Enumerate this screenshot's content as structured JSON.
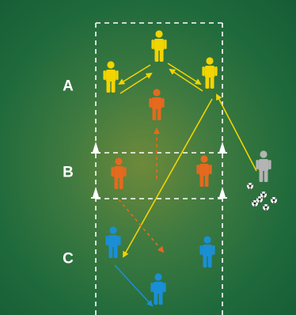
{
  "zones": [
    {
      "id": "a",
      "label": "A"
    },
    {
      "id": "b",
      "label": "B"
    },
    {
      "id": "c",
      "label": "C"
    }
  ],
  "colors": {
    "team_yellow": "#f2d400",
    "team_orange": "#e36a1f",
    "team_blue": "#1a8fd6",
    "coach_gray": "#b4b4b4",
    "field_lines": "#ffffff",
    "cone": "#ffffff",
    "ball": "#ffffff"
  },
  "players": [
    {
      "role": "yellow-player-top",
      "team": "yellow"
    },
    {
      "role": "yellow-player-left",
      "team": "yellow"
    },
    {
      "role": "yellow-player-right",
      "team": "yellow"
    },
    {
      "role": "orange-player-zone-a",
      "team": "orange"
    },
    {
      "role": "orange-player-zone-b-left",
      "team": "orange"
    },
    {
      "role": "orange-player-zone-b-right",
      "team": "orange"
    },
    {
      "role": "blue-player-left",
      "team": "blue"
    },
    {
      "role": "blue-player-right",
      "team": "blue"
    },
    {
      "role": "blue-player-bottom",
      "team": "blue"
    },
    {
      "role": "coach",
      "team": "gray"
    }
  ],
  "equipment": {
    "cones": 4,
    "balls": 6
  }
}
